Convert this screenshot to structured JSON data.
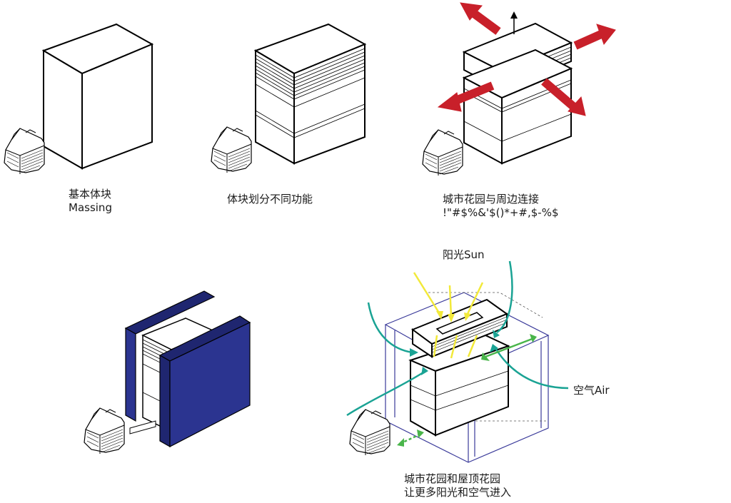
{
  "colors": {
    "stroke": "#000000",
    "red_arrow": "#c8202a",
    "blue_panel": "#2b3490",
    "blue_outline": "#3a3a9a",
    "sun_arrow": "#f2e93a",
    "air_arrow": "#1aa394",
    "green_arrow": "#49b54a"
  },
  "diagrams": {
    "massing": {
      "caption_zh": "基本体块",
      "caption_en": "Massing"
    },
    "functions": {
      "caption_zh": "体块划分不同功能"
    },
    "garden_link": {
      "caption_zh": "城市花园与周边连接",
      "caption_garbled": "!\"#$%&'$()*+#,$-%$"
    },
    "panels": {},
    "final": {
      "sun_label": "阳光Sun",
      "air_label": "空气Air",
      "caption_line1": "城市花园和屋顶花园",
      "caption_line2": "让更多阳光和空气进入"
    }
  }
}
